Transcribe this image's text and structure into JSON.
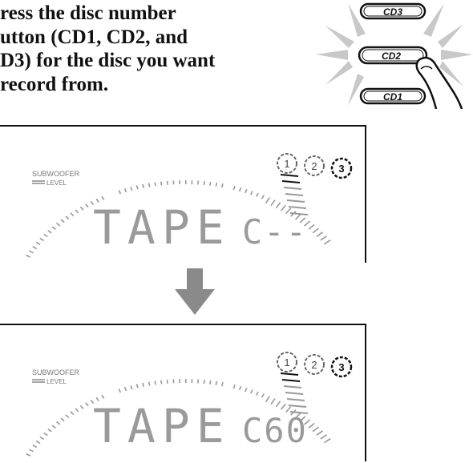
{
  "instruction": {
    "lines": [
      "ress the disc number",
      "utton (CD1, CD2, and",
      "D3) for the disc you want",
      "record from."
    ]
  },
  "disc_buttons": [
    {
      "label": "CD3",
      "highlighted": false
    },
    {
      "label": "CD2",
      "highlighted": true
    },
    {
      "label": "CD1",
      "highlighted": false
    }
  ],
  "displays": [
    {
      "subwoofer_label": "SUBWOOFER",
      "level_label": "LEVEL",
      "disc_indicators": [
        "1",
        "2",
        "3"
      ],
      "main_text": "TAPE",
      "tape_text": "C--",
      "state": "before"
    },
    {
      "subwoofer_label": "SUBWOOFER",
      "level_label": "LEVEL",
      "disc_indicators": [
        "1",
        "2",
        "3"
      ],
      "main_text": "TAPE",
      "tape_text": "C60",
      "state": "after"
    }
  ],
  "colors": {
    "ink": "#111111",
    "arrow": "#8a8a8a",
    "burst": "#c8c8c8",
    "lcd_segments": "#9a9a9a"
  }
}
